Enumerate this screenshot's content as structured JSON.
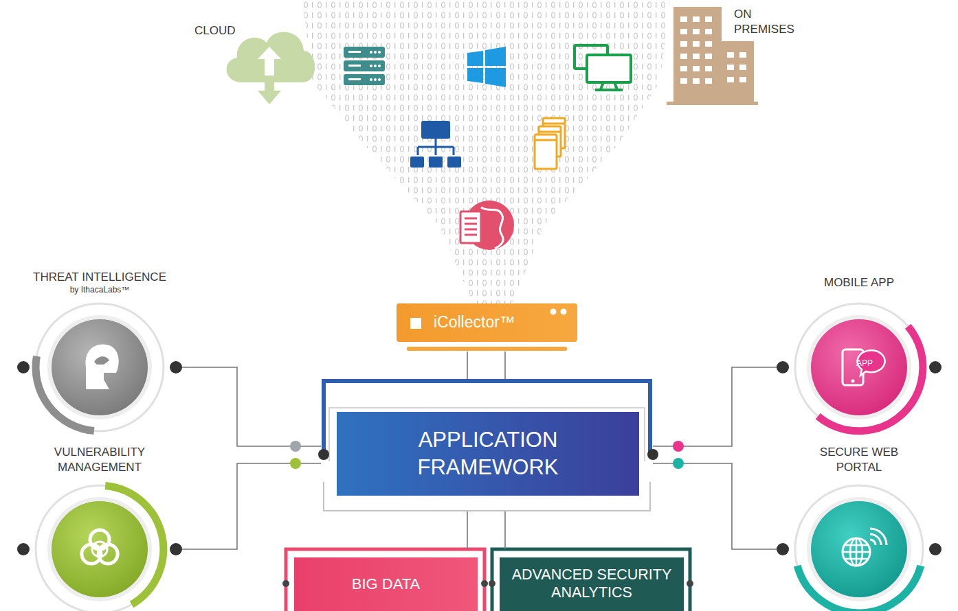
{
  "diagram": {
    "nodes": [
      {
        "text": [
          "iCollector™"
        ]
      },
      {
        "text": [
          "THREAT INTELLIGENCE",
          "by IthacaLabs™"
        ]
      },
      {
        "text": [
          "MOBILE APP",
          "APP"
        ]
      },
      {
        "text": [
          "APPLICATION FRAMEWORK"
        ]
      },
      {
        "text": [
          "VULNERABILITY MANAGEMENT"
        ]
      },
      {
        "text": [
          "SECURE WEB PORTAL"
        ]
      },
      {
        "text": [
          "BIG DATA"
        ]
      },
      {
        "text": [
          "ADVANCED SECURITY ANALYTICS"
        ]
      }
    ],
    "edges": [
      {
        "from": 0,
        "to": 3,
        "arrow": "none"
      },
      {
        "from": 1,
        "to": 3,
        "arrow": "none"
      },
      {
        "from": 4,
        "to": 3,
        "arrow": "none"
      },
      {
        "from": 2,
        "to": 3,
        "arrow": "none"
      },
      {
        "from": 5,
        "to": 3,
        "arrow": "none"
      },
      {
        "from": 3,
        "to": 6,
        "arrow": "none"
      },
      {
        "from": 3,
        "to": 7,
        "arrow": "none"
      }
    ],
    "labels": [
      "CLOUD",
      "ON PREMISES"
    ]
  }
}
